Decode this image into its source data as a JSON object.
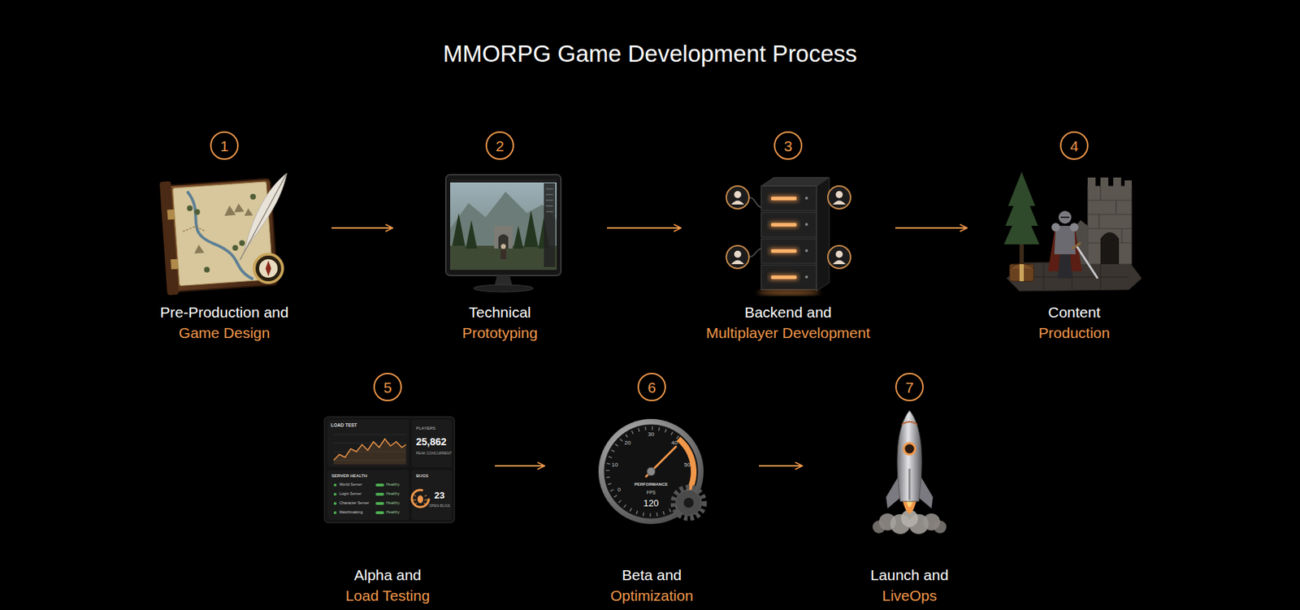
{
  "diagram": {
    "title": "MMORPG Game Development Process",
    "nodes": [
      {
        "text": [
          "1",
          "Pre-Production and",
          "Game Design"
        ]
      },
      {
        "text": [
          "2",
          "Technical",
          "Prototyping"
        ]
      },
      {
        "text": [
          "3",
          "Backend and",
          "Multiplayer Development"
        ]
      },
      {
        "text": [
          "4",
          "Content",
          "Production"
        ]
      },
      {
        "text": [
          "5",
          "Alpha and",
          "Load Testing"
        ]
      },
      {
        "text": [
          "6",
          "Beta and",
          "Optimization"
        ]
      },
      {
        "text": [
          "7",
          "Launch and",
          "LiveOps"
        ]
      }
    ],
    "edges": [
      {
        "from": 0,
        "to": 1,
        "arrow": "to"
      },
      {
        "from": 1,
        "to": 2,
        "arrow": "to"
      },
      {
        "from": 2,
        "to": 3,
        "arrow": "to"
      },
      {
        "from": 4,
        "to": 5,
        "arrow": "to"
      },
      {
        "from": 5,
        "to": 6,
        "arrow": "to"
      }
    ],
    "labels": [
      "LOAD TEST",
      "PLAYERS",
      "25,862",
      "PEAK CONCURRENT",
      "SERVER HEALTH",
      "BUGS",
      "World Server",
      "Healthy",
      "Login Server",
      "Healthy",
      "Character Server",
      "Healthy",
      "Matchmaking",
      "Healthy",
      "23",
      "OPEN BUGS",
      "PERFORMANCE",
      "FPS",
      "120",
      "0",
      "10",
      "20",
      "30",
      "40",
      "50"
    ]
  }
}
